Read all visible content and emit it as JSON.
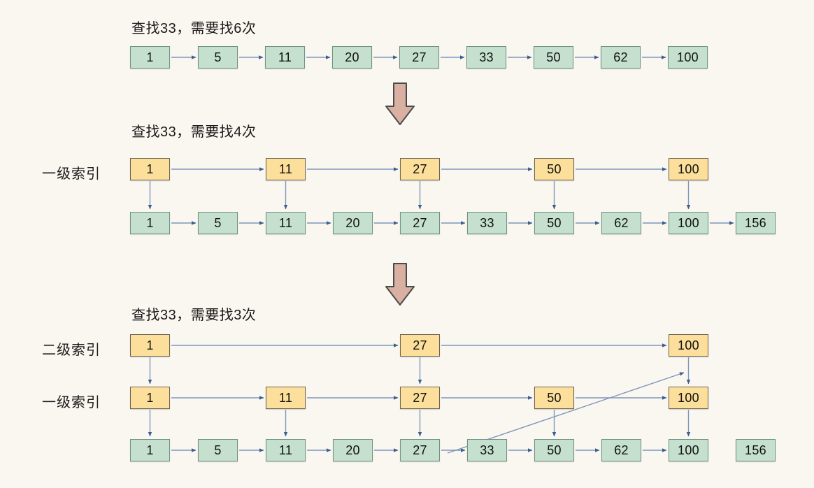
{
  "background_color": "#faf7f0",
  "colors": {
    "data_node_fill": "#c5e0ce",
    "data_node_border": "#6f9383",
    "index_node_fill": "#fcdf9a",
    "index_node_border": "#6d6352",
    "arrow": "#5a77a0",
    "big_arrow_fill": "#d9b0a2",
    "big_arrow_border": "#4a4a4a",
    "text": "#1a1a1a"
  },
  "sections": [
    {
      "caption": "查找33，需要找6次",
      "rows": [
        {
          "label": "",
          "type": "data",
          "nodes": [
            "1",
            "5",
            "11",
            "20",
            "27",
            "33",
            "50",
            "62",
            "100"
          ]
        }
      ]
    },
    {
      "caption": "查找33，需要找4次",
      "rows": [
        {
          "label": "一级索引",
          "type": "index",
          "nodes": [
            "1",
            "11",
            "27",
            "50",
            "100"
          ]
        },
        {
          "label": "",
          "type": "data",
          "nodes": [
            "1",
            "5",
            "11",
            "20",
            "27",
            "33",
            "50",
            "62",
            "100",
            "156"
          ]
        }
      ]
    },
    {
      "caption": "查找33，需要找3次",
      "rows": [
        {
          "label": "二级索引",
          "type": "index",
          "nodes": [
            "1",
            "27",
            "100"
          ]
        },
        {
          "label": "一级索引",
          "type": "index",
          "nodes": [
            "1",
            "11",
            "27",
            "50",
            "100"
          ]
        },
        {
          "label": "",
          "type": "data",
          "nodes": [
            "1",
            "5",
            "11",
            "20",
            "27",
            "33",
            "50",
            "62",
            "100",
            "156"
          ]
        }
      ]
    }
  ],
  "transition_arrows": [
    "down-arrow",
    "down-arrow"
  ]
}
